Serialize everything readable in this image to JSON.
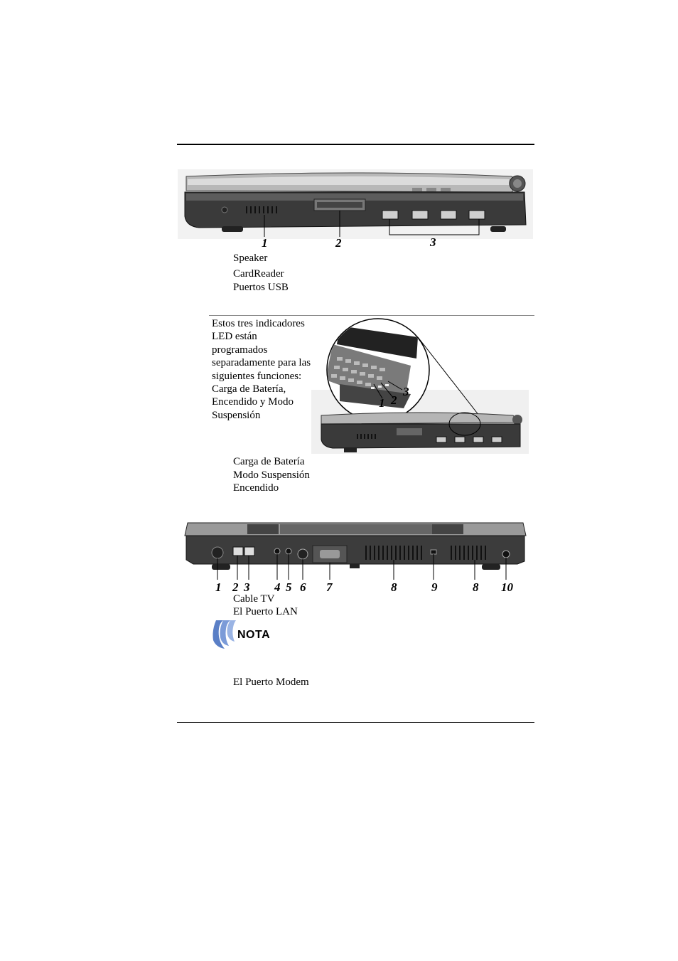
{
  "figure1": {
    "numbers": [
      "1",
      "2",
      "3"
    ],
    "items": [
      "Speaker",
      "CardReader",
      "Puertos USB"
    ]
  },
  "figure2": {
    "paragraph": "Estos tres indicadores LED están programados separadamente para las siguientes funciones: Carga de Batería, Encendido y Modo Suspensión",
    "numbers": [
      "1",
      "2",
      "3"
    ],
    "items": [
      "Carga de Batería",
      "Modo Suspensión",
      "Encendido"
    ]
  },
  "figure3": {
    "numbers": [
      "1",
      "2",
      "3",
      "4",
      "5",
      "6",
      "7",
      "8",
      "9",
      "8",
      "10"
    ],
    "items": [
      "Cable TV",
      "El Puerto LAN"
    ]
  },
  "note": {
    "label": "NOTA",
    "icon": "nota-icon"
  },
  "after_note": {
    "item": "El Puerto Modem"
  },
  "colors": {
    "note_icon": "#5a7fc6",
    "rule": "#000000"
  }
}
